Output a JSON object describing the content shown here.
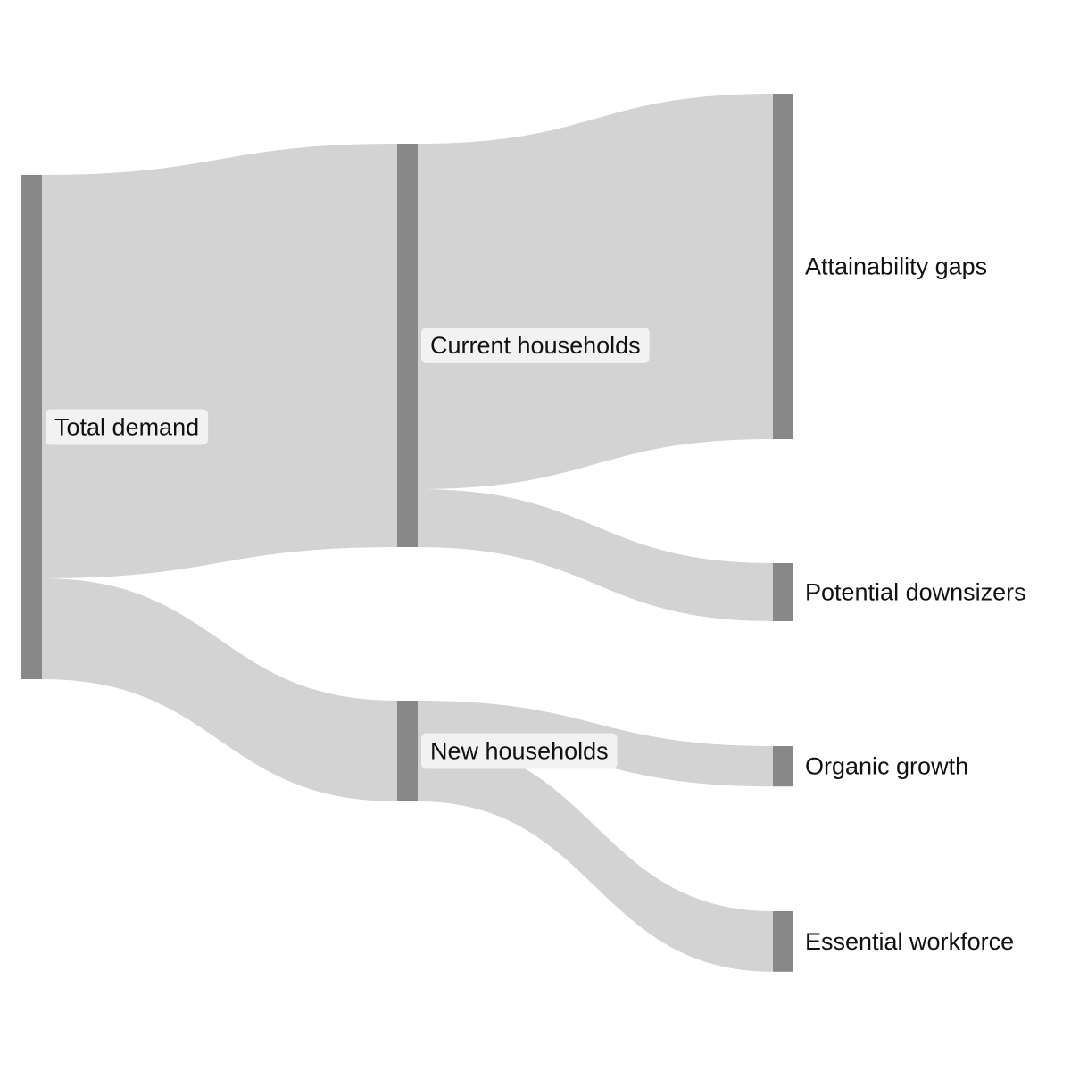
{
  "chart_data": {
    "type": "sankey",
    "nodes": [
      {
        "id": "total",
        "label": "Total demand",
        "value": 100
      },
      {
        "id": "current",
        "label": "Current households",
        "value": 80
      },
      {
        "id": "new",
        "label": "New households",
        "value": 20
      },
      {
        "id": "attain",
        "label": "Attainability gaps",
        "value": 68.5
      },
      {
        "id": "down",
        "label": "Potential downsizers",
        "value": 11.5
      },
      {
        "id": "organic",
        "label": "Organic growth",
        "value": 8
      },
      {
        "id": "essential",
        "label": "Essential workforce",
        "value": 12
      }
    ],
    "links": [
      {
        "source": "total",
        "target": "current",
        "value": 80
      },
      {
        "source": "total",
        "target": "new",
        "value": 20
      },
      {
        "source": "current",
        "target": "attain",
        "value": 68.5
      },
      {
        "source": "current",
        "target": "down",
        "value": 11.5
      },
      {
        "source": "new",
        "target": "organic",
        "value": 8
      },
      {
        "source": "new",
        "target": "essential",
        "value": 12
      }
    ]
  }
}
